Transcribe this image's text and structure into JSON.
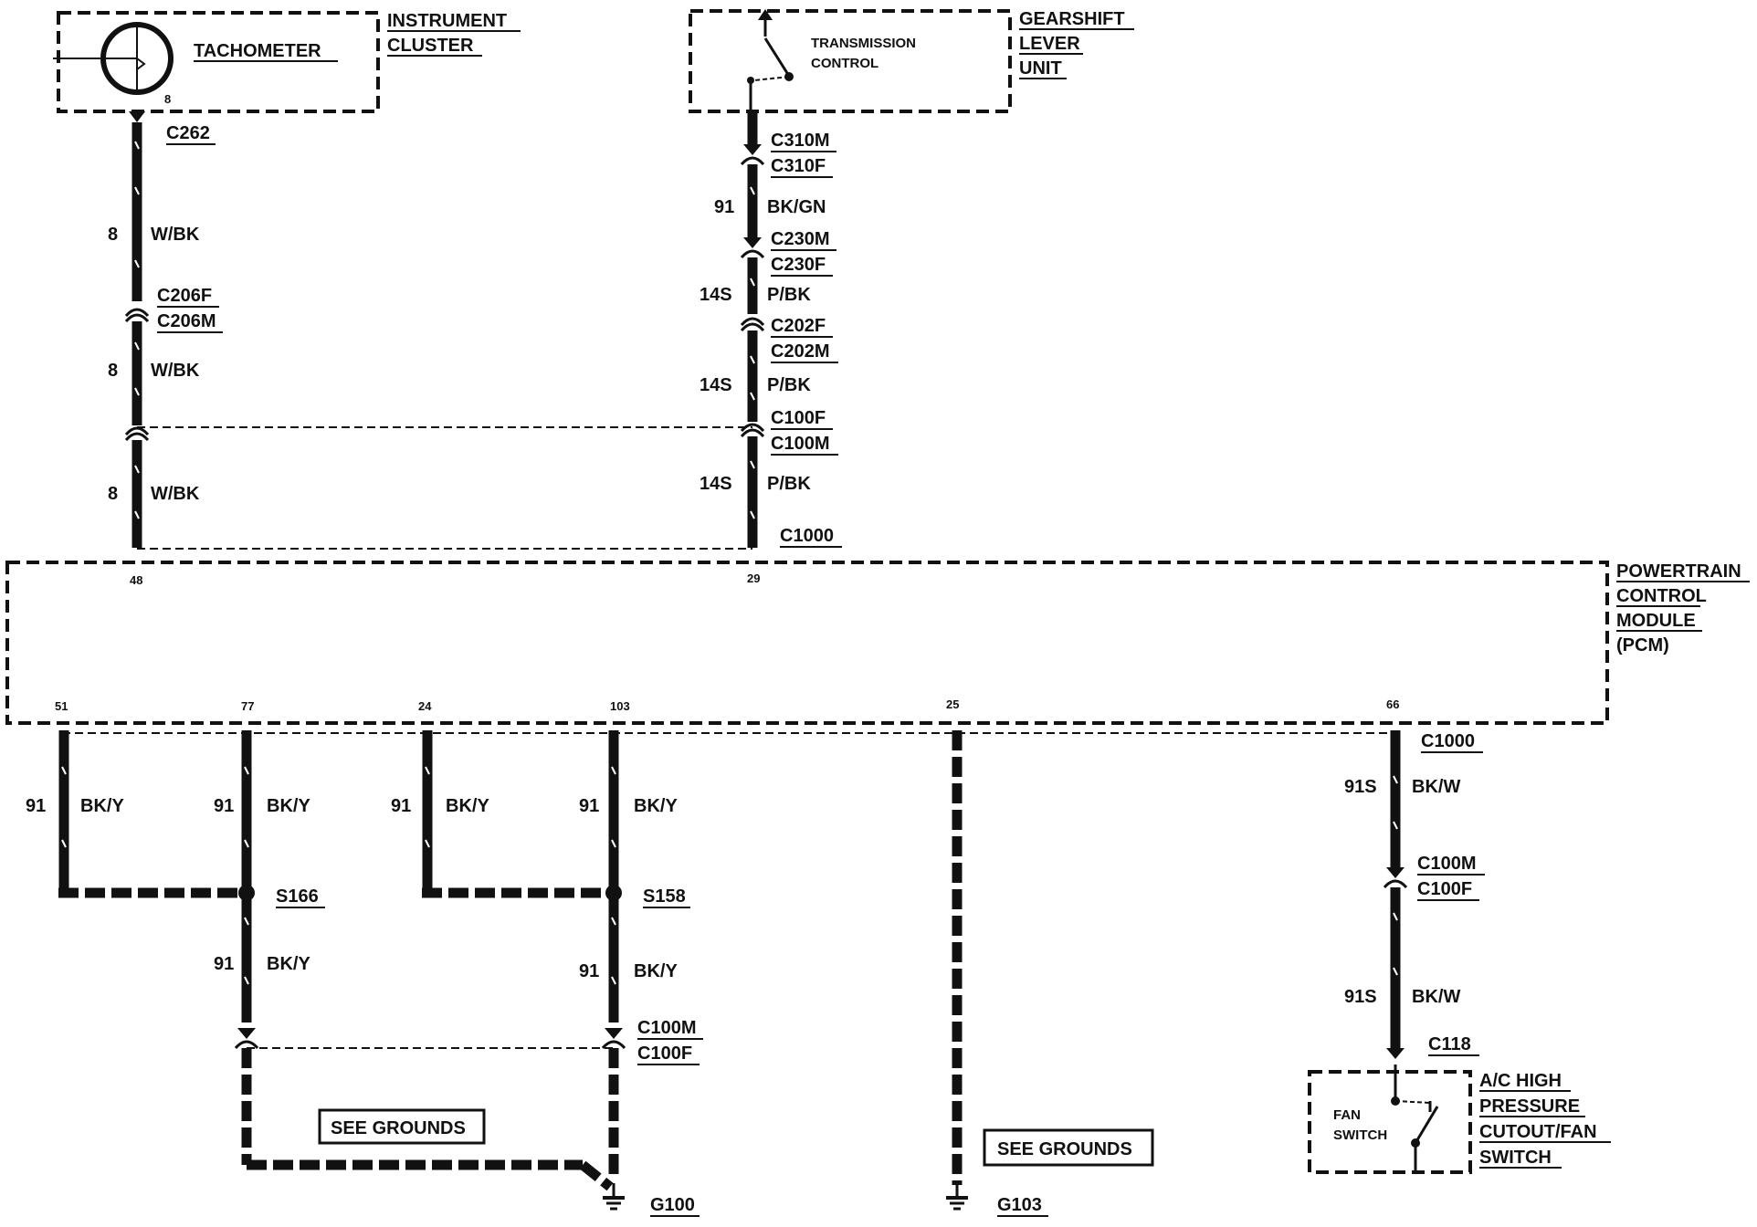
{
  "components": {
    "instrument_cluster": [
      "INSTRUMENT",
      "CLUSTER"
    ],
    "tachometer": "TACHOMETER",
    "gearshift_lever_unit": [
      "GEARSHIFT",
      "LEVER",
      "UNIT"
    ],
    "transmission_control": [
      "TRANSMISSION",
      "CONTROL"
    ],
    "pcm": [
      "POWERTRAIN",
      "CONTROL",
      "MODULE",
      "(PCM)"
    ],
    "ac_switch": [
      "A/C HIGH",
      "PRESSURE",
      "CUTOUT/FAN",
      "SWITCH"
    ],
    "fan_switch": [
      "FAN",
      "SWITCH"
    ]
  },
  "connectors": {
    "c262": "C262",
    "c206f": "C206F",
    "c206m": "C206M",
    "c310m": "C310M",
    "c310f": "C310F",
    "c230m": "C230M",
    "c230f": "C230F",
    "c202f": "C202F",
    "c202m": "C202M",
    "c100f_top": "C100F",
    "c100m_top": "C100M",
    "c1000_top": "C1000",
    "c1000_right": "C1000",
    "c100m_right": "C100M",
    "c100f_right": "C100F",
    "c118": "C118",
    "c100m_mid": "C100M",
    "c100f_mid": "C100F"
  },
  "splices": {
    "s166": "S166",
    "s158": "S158"
  },
  "grounds": {
    "g100": "G100",
    "g103": "G103"
  },
  "see_grounds": "SEE GROUNDS",
  "pins": {
    "tach": "8",
    "pcm_48": "48",
    "pcm_29": "29",
    "pcm_51": "51",
    "pcm_77": "77",
    "pcm_24": "24",
    "pcm_103": "103",
    "pcm_25": "25",
    "pcm_66": "66"
  },
  "wires": {
    "tach_1": {
      "circuit": "8",
      "color": "W/BK"
    },
    "tach_2": {
      "circuit": "8",
      "color": "W/BK"
    },
    "tach_3": {
      "circuit": "8",
      "color": "W/BK"
    },
    "trans_1": {
      "circuit": "91",
      "color": "BK/GN"
    },
    "trans_2": {
      "circuit": "14S",
      "color": "P/BK"
    },
    "trans_3": {
      "circuit": "14S",
      "color": "P/BK"
    },
    "trans_4": {
      "circuit": "14S",
      "color": "P/BK"
    },
    "gnd_51": {
      "circuit": "91",
      "color": "BK/Y"
    },
    "gnd_77": {
      "circuit": "91",
      "color": "BK/Y"
    },
    "gnd_24": {
      "circuit": "91",
      "color": "BK/Y"
    },
    "gnd_103": {
      "circuit": "91",
      "color": "BK/Y"
    },
    "gnd_s166": {
      "circuit": "91",
      "color": "BK/Y"
    },
    "gnd_s158": {
      "circuit": "91",
      "color": "BK/Y"
    },
    "ac_1": {
      "circuit": "91S",
      "color": "BK/W"
    },
    "ac_2": {
      "circuit": "91S",
      "color": "BK/W"
    }
  }
}
